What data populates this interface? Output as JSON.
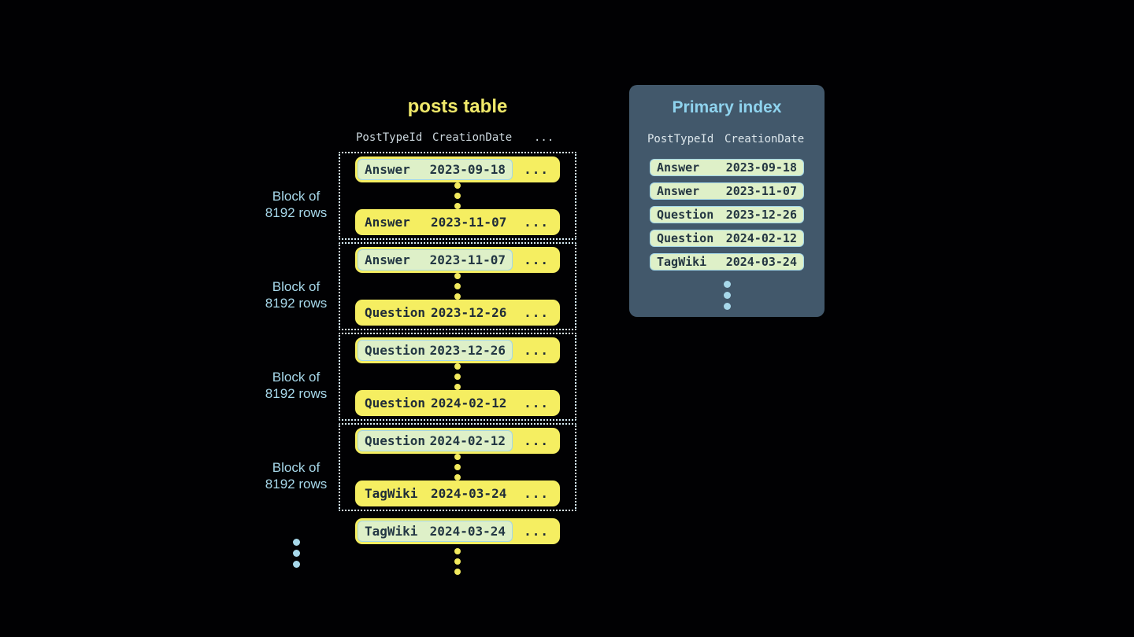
{
  "posts_table": {
    "title": "posts table",
    "header": {
      "col1": "PostTypeId",
      "col2": "CreationDate",
      "col3": "..."
    },
    "blocks": [
      {
        "label": {
          "line1": "Block of",
          "line2": "8192 rows"
        },
        "first_row": {
          "post_type": "Answer",
          "creation_date": "2023-09-18",
          "more": "..."
        },
        "last_row": {
          "post_type": "Answer",
          "creation_date": "2023-11-07",
          "more": "..."
        }
      },
      {
        "label": {
          "line1": "Block of",
          "line2": "8192 rows"
        },
        "first_row": {
          "post_type": "Answer",
          "creation_date": "2023-11-07",
          "more": "..."
        },
        "last_row": {
          "post_type": "Question",
          "creation_date": "2023-12-26",
          "more": "..."
        }
      },
      {
        "label": {
          "line1": "Block of",
          "line2": "8192 rows"
        },
        "first_row": {
          "post_type": "Question",
          "creation_date": "2023-12-26",
          "more": "..."
        },
        "last_row": {
          "post_type": "Question",
          "creation_date": "2024-02-12",
          "more": "..."
        }
      },
      {
        "label": {
          "line1": "Block of",
          "line2": "8192 rows"
        },
        "first_row": {
          "post_type": "Question",
          "creation_date": "2024-02-12",
          "more": "..."
        },
        "last_row": {
          "post_type": "TagWiki",
          "creation_date": "2024-03-24",
          "more": "..."
        }
      }
    ],
    "overflow_row": {
      "post_type": "TagWiki",
      "creation_date": "2024-03-24",
      "more": "..."
    }
  },
  "primary_index": {
    "title": "Primary index",
    "header": {
      "col1": "PostTypeId",
      "col2": "CreationDate"
    },
    "rows": [
      {
        "post_type": "Answer",
        "creation_date": "2023-09-18"
      },
      {
        "post_type": "Answer",
        "creation_date": "2023-11-07"
      },
      {
        "post_type": "Question",
        "creation_date": "2023-12-26"
      },
      {
        "post_type": "Question",
        "creation_date": "2024-02-12"
      },
      {
        "post_type": "TagWiki",
        "creation_date": "2024-03-24"
      }
    ]
  },
  "colors": {
    "background": "#010103",
    "row_yellow": "#f5ee61",
    "title_yellow": "#f0e96a",
    "accent_blue": "#a7d8ea",
    "dotted_border": "#d8edf6",
    "panel_slate": "#42586b",
    "panel_title_blue": "#8fd3ee",
    "highlight_green": "#def0c8",
    "highlight_border_blue": "#a3d6e8",
    "dark_text": "#1f2c38",
    "header_gray": "#ccd7de"
  }
}
